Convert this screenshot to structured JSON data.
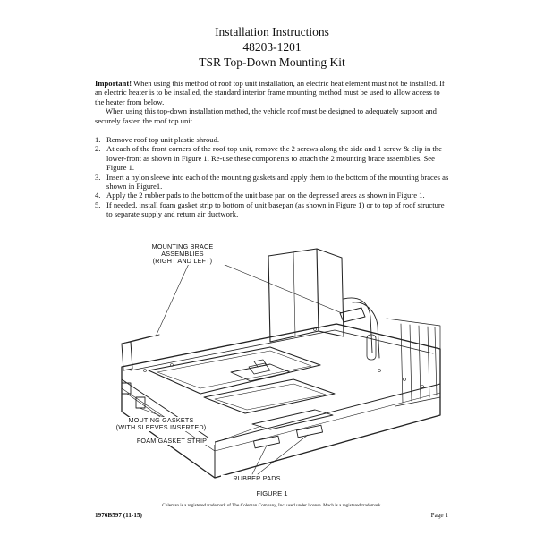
{
  "header": {
    "title": "Installation Instructions",
    "part_number": "48203-1201",
    "subtitle": "TSR Top-Down Mounting Kit"
  },
  "intro": {
    "important_label": "Important!",
    "important_text": " When using this method of roof top unit installation, an electric heat element must not be installed.  If an electric heater is to be installed, the standard interior frame mounting method must be used to allow access to the heater from below.",
    "roof_note": "When using this top-down installation method, the vehicle roof must be designed to adequately support and securely fasten the roof top unit."
  },
  "steps": [
    {
      "num": "1.",
      "text": "Remove roof top unit plastic shroud."
    },
    {
      "num": "2.",
      "text": "At each of the front corners of the roof top unit, remove the 2 screws along the side and 1 screw & clip in the lower-front as shown in Figure 1.  Re-use these components to attach the 2 mounting brace assemblies.  See Figure 1."
    },
    {
      "num": "3.",
      "text": "Insert a nylon sleeve into each of the mounting gaskets and apply them to the bottom of the mounting braces as shown in Figure1."
    },
    {
      "num": "4.",
      "text": "Apply the 2 rubber pads to the bottom of the unit base pan on the depressed areas as shown in Figure 1."
    },
    {
      "num": "5.",
      "text": "If needed, install foam gasket strip to bottom of unit basepan (as shown in Figure 1) or to top of roof structure to separate supply and return air ductwork."
    }
  ],
  "figure": {
    "callouts": {
      "mounting_brace": "MOUNTING BRACE ASSEMBLIES\n(RIGHT AND LEFT)",
      "mounting_gaskets": "MOUTING GASKETS\n(WITH SLEEVES INSERTED)",
      "foam_gasket": "FOAM GASKET STRIP",
      "rubber_pads": "RUBBER PADS"
    },
    "caption": "FIGURE 1"
  },
  "footer": {
    "trademark": "Coleman is a registered trademark of The Coleman Company, Inc. used under license.  Mach is a registered trademark.",
    "doc_number": "1976B597 (11-15)",
    "page": "Page 1"
  }
}
